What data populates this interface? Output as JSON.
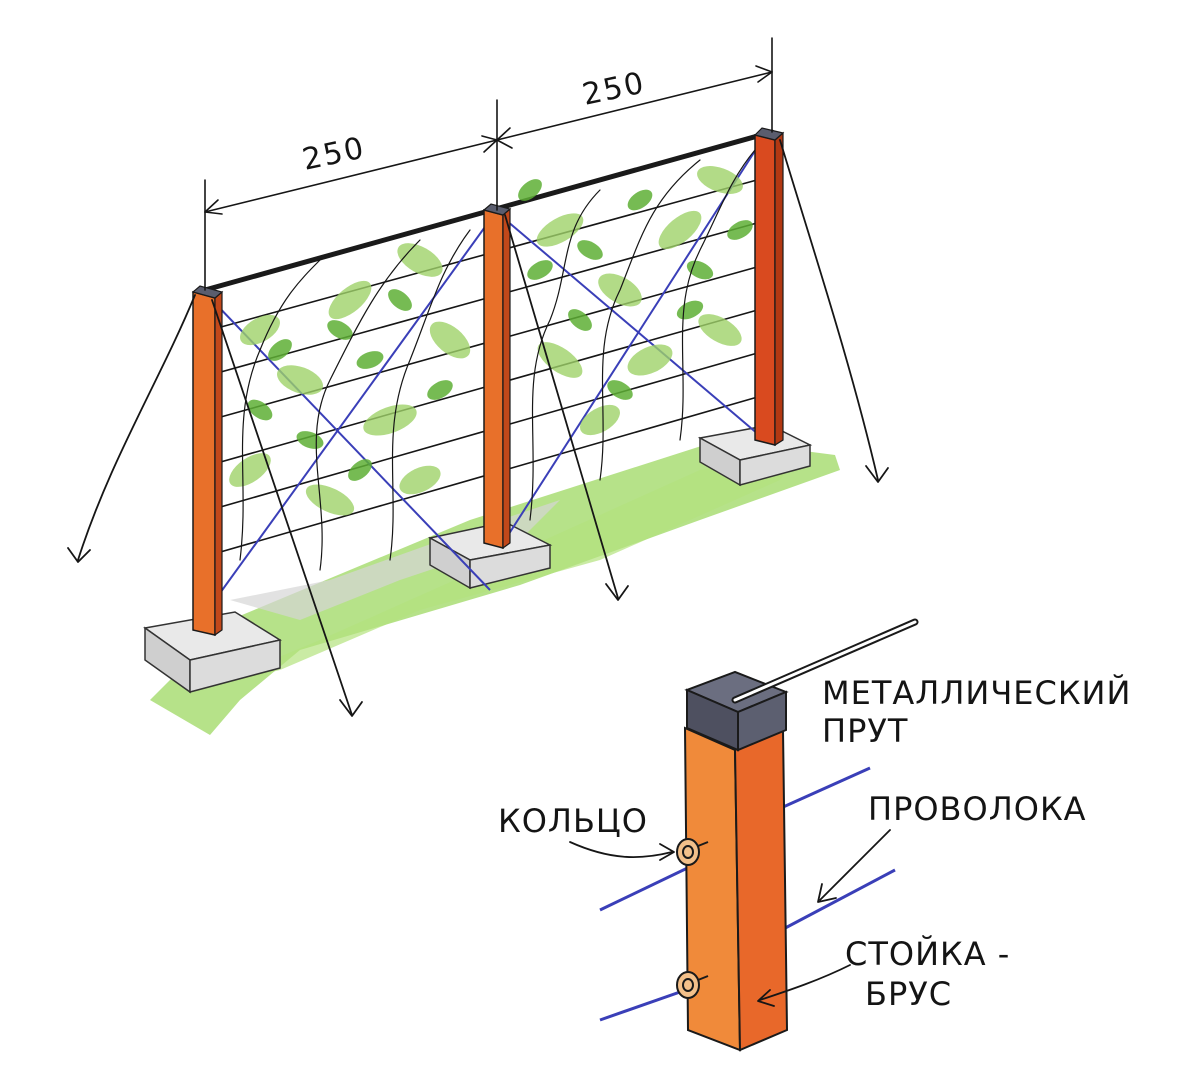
{
  "dimensions": {
    "span_left": "250",
    "span_right": "250"
  },
  "labels": {
    "metal_rod_line1": "МЕТАЛЛИЧЕСКИЙ",
    "metal_rod_line2": "ПРУТ",
    "ring": "КОЛЬЦО",
    "wire": "ПРОВОЛОКА",
    "post_line1": "СТОЙКА -",
    "post_line2": "БРУС"
  },
  "colors": {
    "post": "#e8702a",
    "post_dark": "#c2481a",
    "post_right": "#d94a1f",
    "cap": "#5a5d6e",
    "foliage": "#66bb3a",
    "foliage_light": "#9fd36a",
    "grass": "#9ed861",
    "wire_blue": "#3a3fb8",
    "base": "#e3e3e3",
    "ink": "#161616"
  }
}
